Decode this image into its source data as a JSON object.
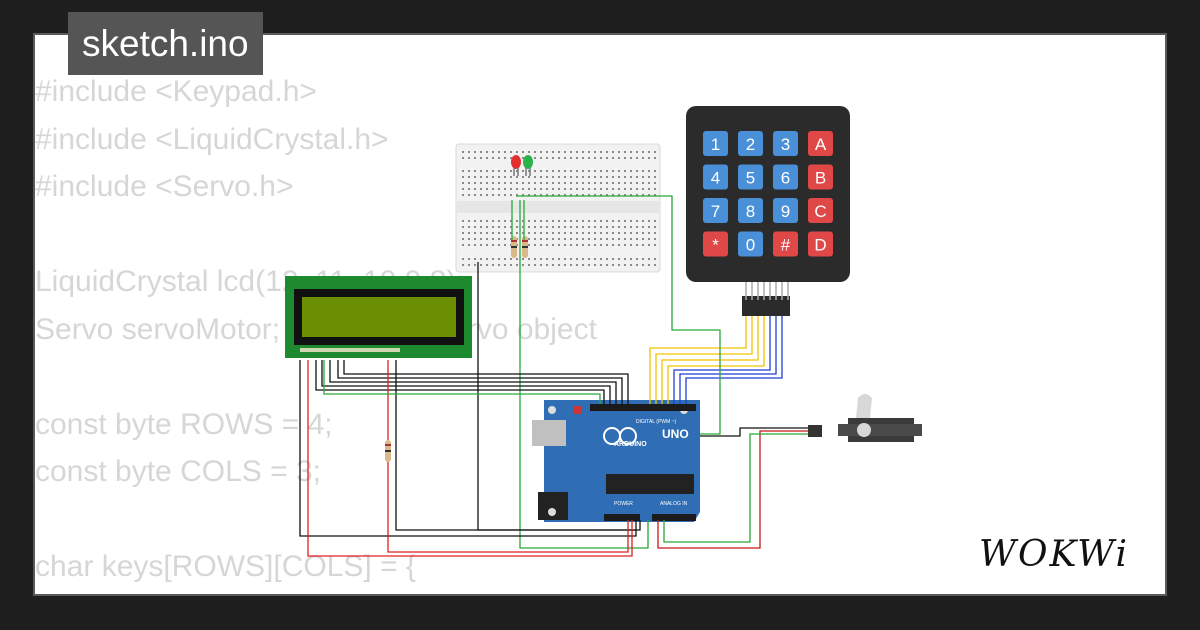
{
  "tab": {
    "filename": "sketch.ino"
  },
  "code": {
    "lines": [
      "#include <Keypad.h>",
      "#include <LiquidCrystal.h>",
      "#include <Servo.h>",
      "",
      "LiquidCrystal lcd(12, 11, 10,9,8);",
      "Servo servoMotor; // create a Servo object",
      "",
      "const byte ROWS = 4;",
      "const byte COLS = 3;",
      "",
      "char keys[ROWS][COLS] = {"
    ]
  },
  "keypad": {
    "keys": [
      [
        "1",
        "2",
        "3",
        "A"
      ],
      [
        "4",
        "5",
        "6",
        "B"
      ],
      [
        "7",
        "8",
        "9",
        "C"
      ],
      [
        "*",
        "0",
        "#",
        "D"
      ]
    ]
  },
  "arduino": {
    "brand": "ARDUINO",
    "model": "UNO",
    "digital_label": "DIGITAL (PWM ~)",
    "analog_label": "ANALOG IN",
    "power_label": "POWER"
  },
  "logo": {
    "text": "WOKWi"
  },
  "colors": {
    "background": "#1e1e1e",
    "canvas": "#ffffff",
    "tab": "#555555",
    "code_text": "#d6d6d6",
    "arduino_board": "#2f6eb5",
    "keypad_body": "#2b2b2b",
    "key_blue": "#4a90d9",
    "key_red": "#e04848",
    "lcd_screen": "#6b8f00",
    "lcd_board": "#1d8a2f"
  }
}
